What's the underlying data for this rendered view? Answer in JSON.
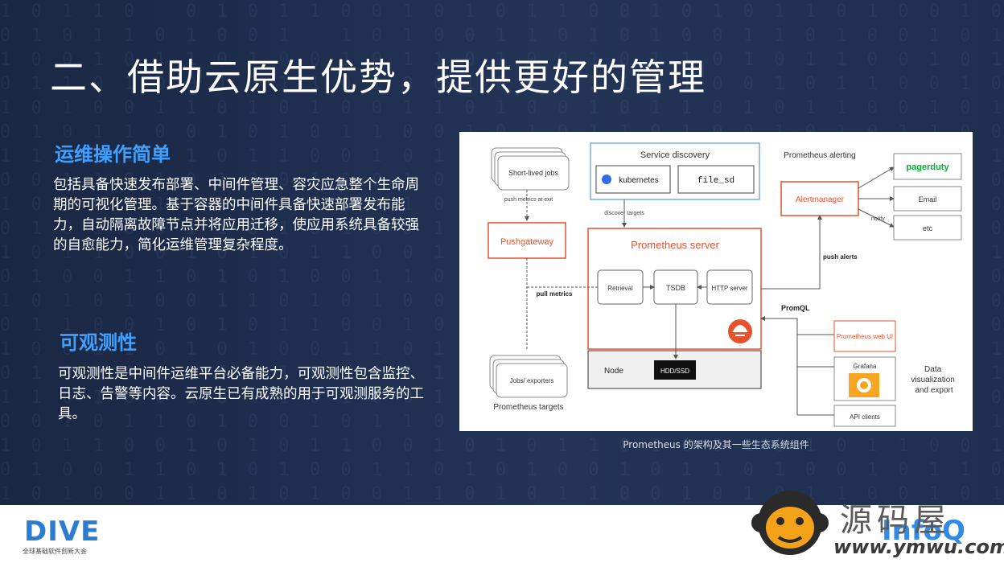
{
  "slide": {
    "title": "二、借助云原生优势，提供更好的管理",
    "section1": {
      "heading": "运维操作简单",
      "body": "包括具备快速发布部署、中间件管理、容灾应急整个生命周期的可视化管理。基于容器的中间件具备快速部署发布能力，自动隔离故障节点并将应用迁移，使应用系统具备较强的自愈能力，简化运维管理复杂程度。"
    },
    "section2": {
      "heading": "可观测性",
      "body": "可观测性是中间件运维平台必备能力，可观测性包含监控、日志、告警等内容。云原生已有成熟的用于可观测服务的工具。"
    },
    "caption": "Prometheus 的架构及其一些生态系统组件"
  },
  "diagram": {
    "short_lived_jobs": "Short-lived jobs",
    "push_metrics_at_exit": "push metrics at exit",
    "pushgateway": "Pushgateway",
    "service_discovery": "Service discovery",
    "kubernetes": "kubernetes",
    "file_sd": "file_sd",
    "discover_targets": "discover targets",
    "prometheus_server": "Prometheus server",
    "retrieval": "Retrieval",
    "tsdb": "TSDB",
    "http_server": "HTTP server",
    "node": "Node",
    "hdd_ssd": "HDD/SSD",
    "pull_metrics": "pull metrics",
    "jobs_exporters": "Jobs/ exporters",
    "prometheus_targets": "Prometheus targets",
    "prometheus_alerting": "Prometheus alerting",
    "alertmanager": "Alertmanager",
    "pagerduty": "pagerduty",
    "email": "Email",
    "etc": "etc",
    "notify": "notify",
    "push_alerts": "push alerts",
    "promql": "PromQL",
    "prometheus_web_ui": "Prometheus web UI",
    "grafana": "Grafana",
    "api_clients": "API clients",
    "data_visualization": "Data visualization and export"
  },
  "footer": {
    "dive": "DIVE",
    "dive_sub": "全球基础软件创新大会",
    "infoq": "InfoQ",
    "watermark_name": "源码屋",
    "watermark_url": "www.ymwu.com"
  },
  "colors": {
    "heading_blue": "#3fa0ff",
    "prometheus_orange": "#e6522c",
    "sd_blue": "#5b9bd5",
    "pagerduty_green": "#06ac38",
    "dive_blue": "#2b7cd3"
  }
}
